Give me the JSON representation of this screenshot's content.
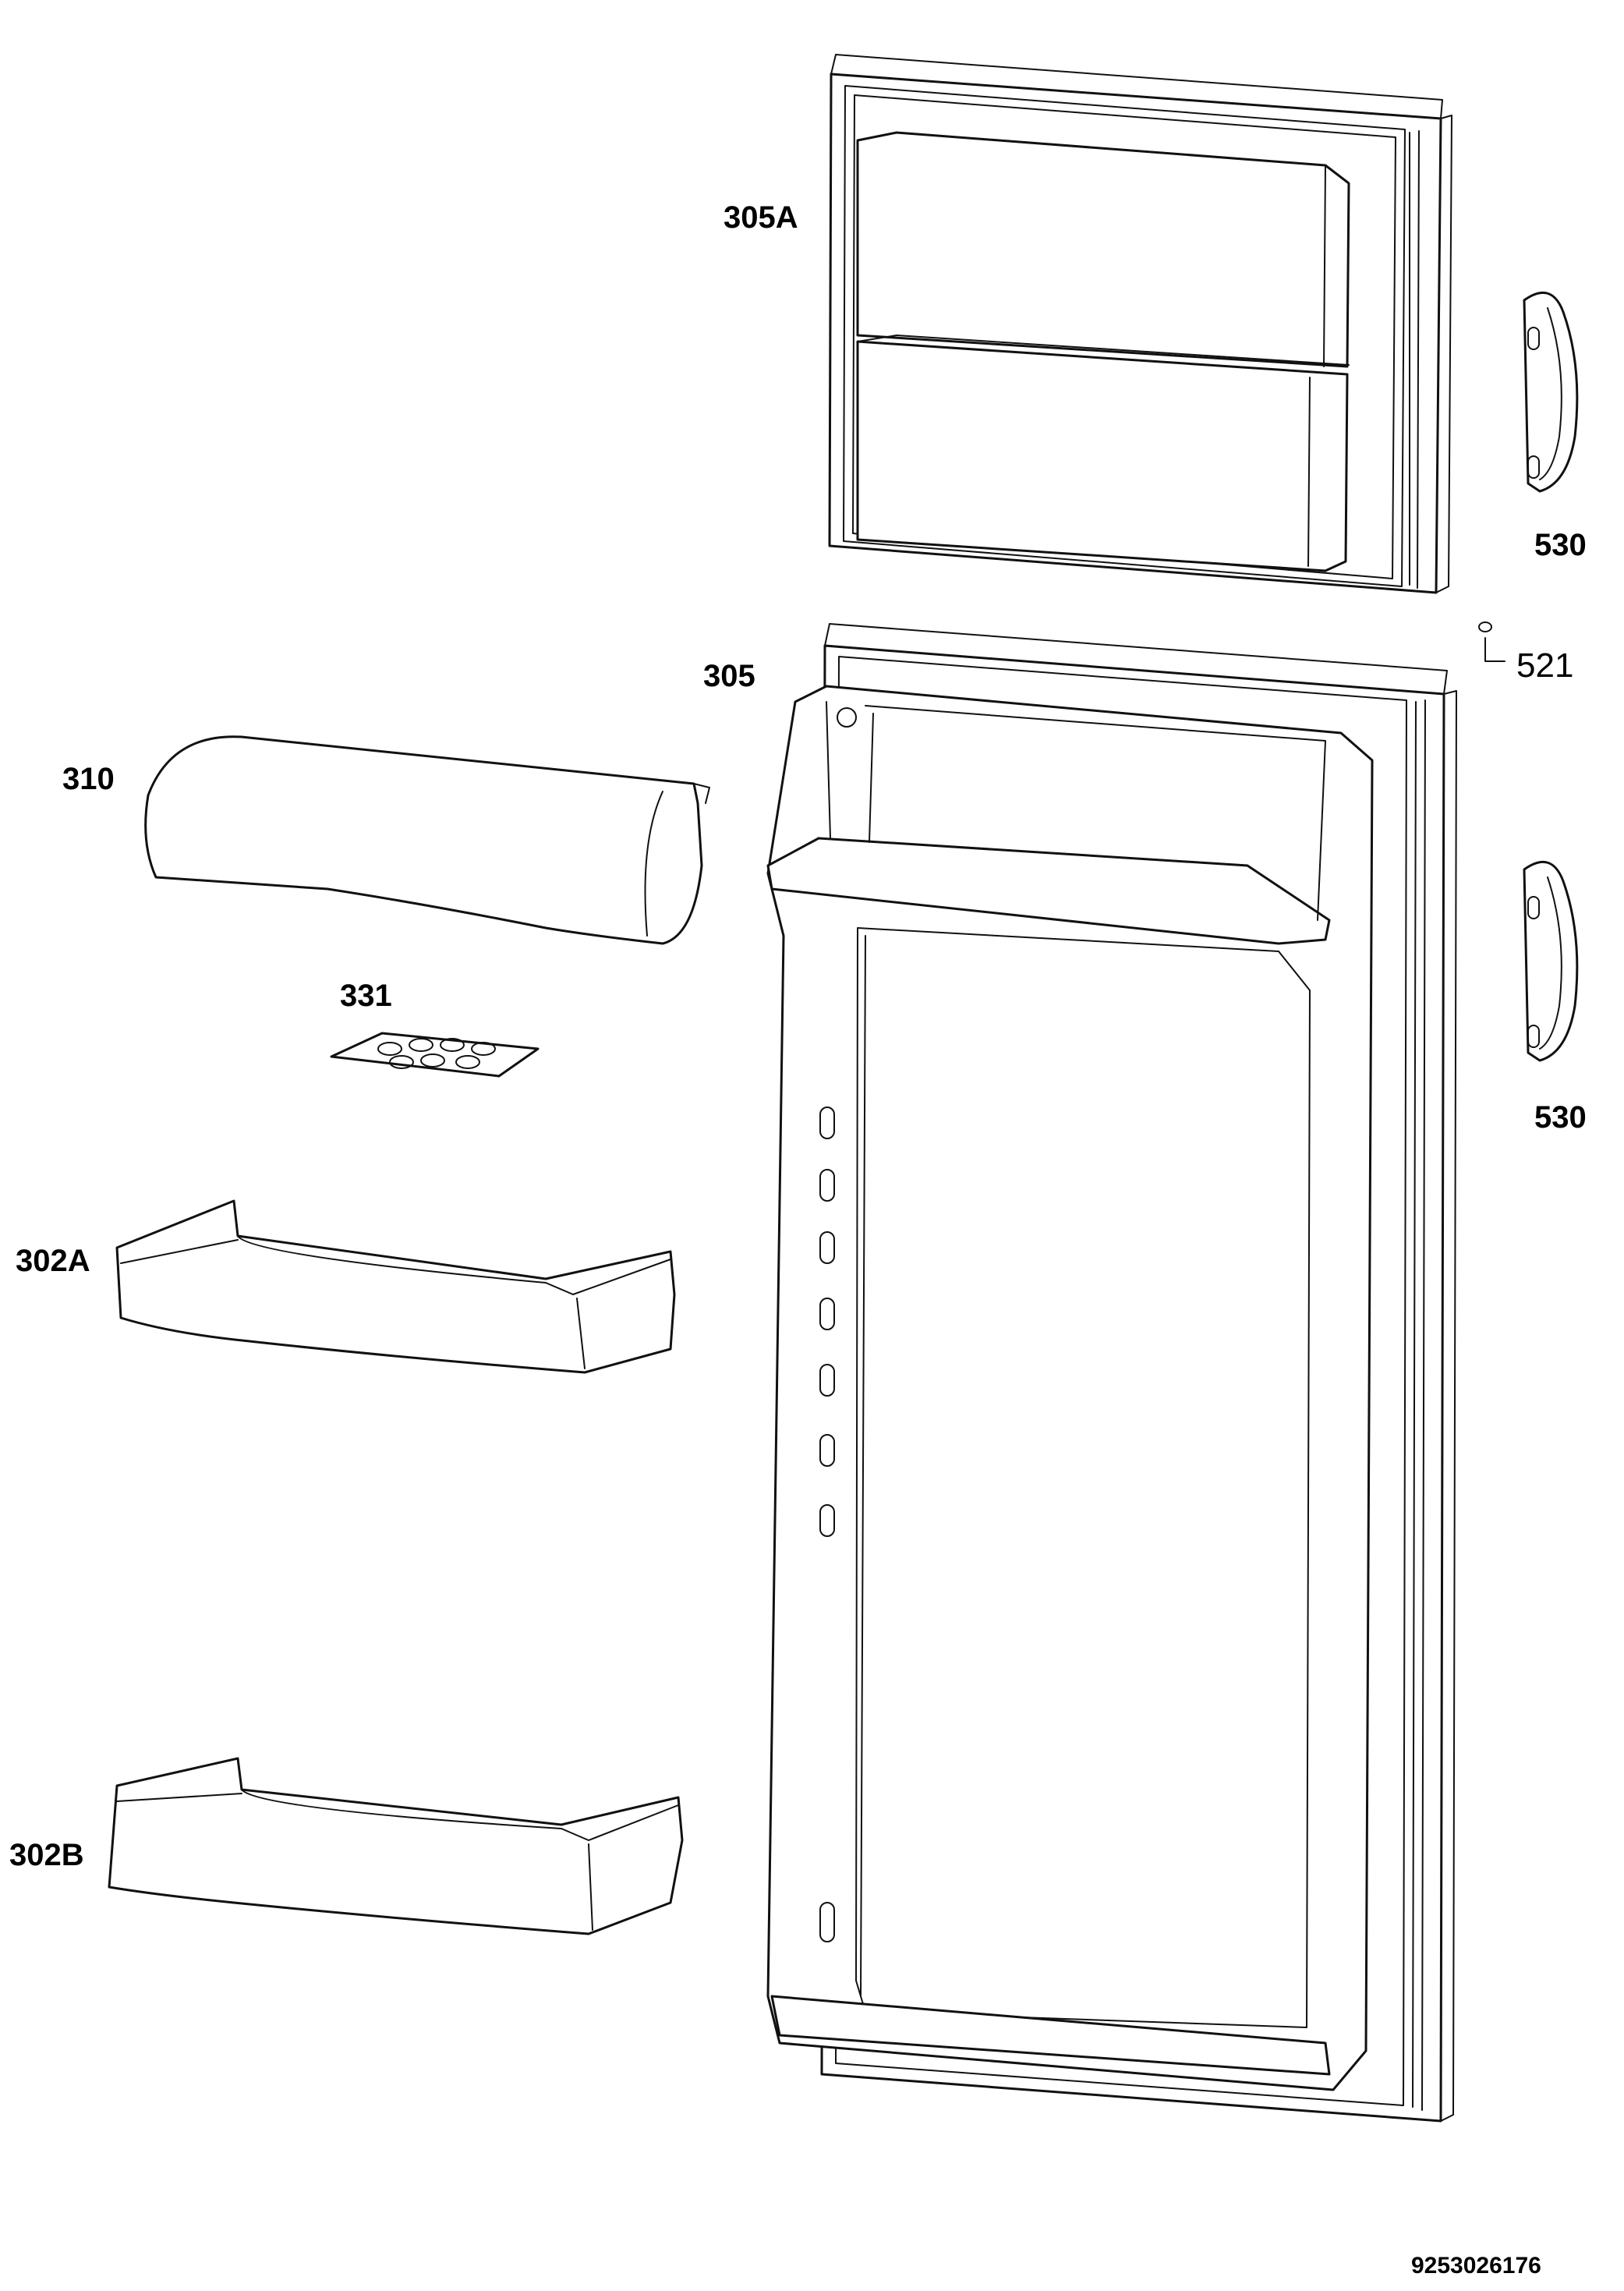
{
  "labels": {
    "freezer_door": "305A",
    "main_door": "305",
    "butter_lid": "310",
    "egg_tray": "331",
    "shelf_upper": "302A",
    "shelf_lower": "302B",
    "handle_upper": "530",
    "handle_lower": "530",
    "plug": "521"
  },
  "document_number": "9253026176"
}
